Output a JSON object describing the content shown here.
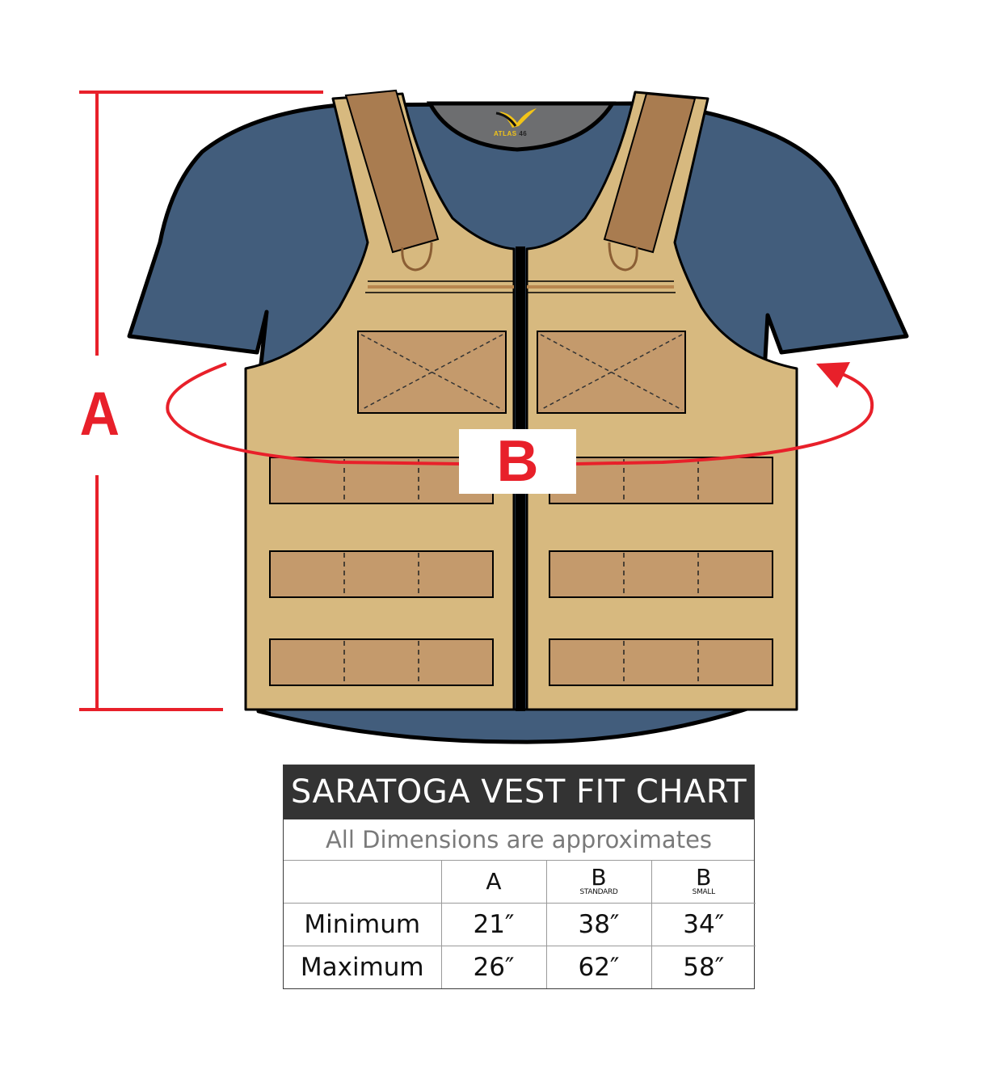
{
  "illustration": {
    "brand_logo": {
      "text": "ATLAS",
      "number": "46"
    },
    "dimension_labels": {
      "a": "A",
      "b": "B"
    },
    "colors": {
      "shirt": "#425d7c",
      "collar": "#6d6e70",
      "vest": "#d7b97f",
      "pouch": "#c49a6c",
      "strap": "#a97c50",
      "measure_red": "#e8202a",
      "outline": "#000000"
    }
  },
  "fit_chart": {
    "title": "SARATOGA VEST FIT CHART",
    "subtitle": "All Dimensions are approximates",
    "columns": [
      {
        "letter": "",
        "sub": ""
      },
      {
        "letter": "A",
        "sub": ""
      },
      {
        "letter": "B",
        "sub": "STANDARD"
      },
      {
        "letter": "B",
        "sub": "SMALL"
      }
    ],
    "rows": [
      {
        "label": "Minimum",
        "a": "21″",
        "b_standard": "38″",
        "b_small": "34″"
      },
      {
        "label": "Maximum",
        "a": "26″",
        "b_standard": "62″",
        "b_small": "58″"
      }
    ],
    "colors": {
      "title_bg": "#333333",
      "title_fg": "#ffffff",
      "subtitle_fg": "#7a7a7a",
      "border": "#9a9a9a"
    }
  }
}
